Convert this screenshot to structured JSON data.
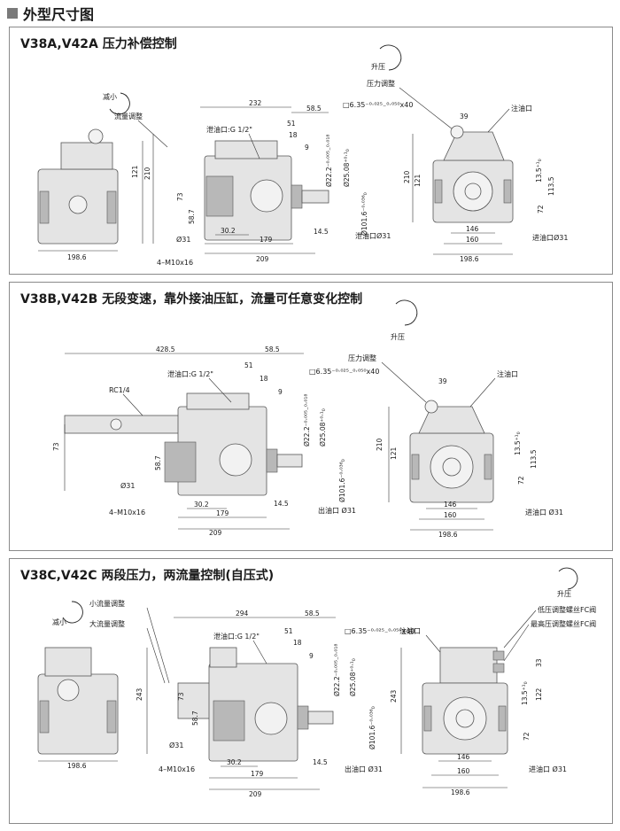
{
  "header": {
    "title": "外型尺寸图"
  },
  "panels": [
    {
      "title": "V38A,V42A 压力补偿控制",
      "labels": {
        "decrease": "减小",
        "increase": "升压",
        "flow_adjust": "流量调整",
        "pressure_adjust": "压力调整",
        "drain": "泄油口:G 1/2\"",
        "key": "□6.35⁻⁰·⁰²⁵₋⁰·⁰⁵⁰x40",
        "fill": "注油口",
        "drain31": "泄油口Ø31",
        "inlet31": "进油口Ø31",
        "bolts": "4–M10x16",
        "port31": "Ø31"
      },
      "dims": {
        "d232": "232",
        "d58_5": "58.5",
        "d51": "51",
        "d18": "18",
        "d9": "9",
        "d121": "121",
        "d210": "210",
        "d73": "73",
        "d58_7": "58.7",
        "d198_6": "198.6",
        "d30_2": "30.2",
        "d14_5": "14.5",
        "d179": "179",
        "d209": "209",
        "d22_2": "Ø22.2⁻⁰·⁰⁰⁵₋⁰·⁰¹⁸",
        "d25_08": "Ø25.08⁺⁰·¹₀",
        "d101_6": "Ø101.6⁻⁰·⁰³⁶₀",
        "d39": "39",
        "d121r": "121",
        "d210r": "210",
        "d13_5": "13.5⁺¹₀",
        "d113_5": "113.5",
        "d72": "72",
        "d146": "146",
        "d160": "160",
        "d198_6r": "198.6"
      }
    },
    {
      "title": "V38B,V42B 无段变速，靠外接油压缸，流量可任意变化控制",
      "labels": {
        "increase": "升压",
        "pressure_adjust": "压力调整",
        "drain": "泄油口:G 1/2\"",
        "key": "□6.35⁻⁰·⁰²⁵₋⁰·⁰⁵⁰x40",
        "rc": "RC1/4",
        "fill": "注油口",
        "outlet31": "出油口 Ø31",
        "inlet31": "进油口 Ø31",
        "bolts": "4–M10x16",
        "port31": "Ø31"
      },
      "dims": {
        "d428_5": "428.5",
        "d58_5": "58.5",
        "d51": "51",
        "d18": "18",
        "d9": "9",
        "d73": "73",
        "d58_7": "58.7",
        "d30_2": "30.2",
        "d14_5": "14.5",
        "d179": "179",
        "d209": "209",
        "d22_2": "Ø22.2⁻⁰·⁰⁰⁵₋⁰·⁰¹⁸",
        "d25_08": "Ø25.08⁺⁰·¹₀",
        "d101_6": "Ø101.6⁻⁰·⁰³⁶₀",
        "d39": "39",
        "d210": "210",
        "d121": "121",
        "d13_5": "13.5⁺¹₀",
        "d113_5": "113.5",
        "d72": "72",
        "d146": "146",
        "d160": "160",
        "d198_6": "198.6"
      }
    },
    {
      "title": "V38C,V42C 两段压力，两流量控制(自压式)",
      "labels": {
        "decrease": "减小",
        "increase": "升压",
        "small_flow": "小流量调整",
        "large_flow": "大流量调整",
        "drain": "泄油口:G 1/2\"",
        "key": "□6.35⁻⁰·⁰²⁵₋⁰·⁰⁵⁰x40",
        "fill": "注油口",
        "low_valve": "低压调整螺丝FC阀",
        "high_valve": "最高压调整螺丝FC阀",
        "outlet31": "出油口 Ø31",
        "inlet31": "进油口 Ø31",
        "bolts": "4–M10x16",
        "port31": "Ø31"
      },
      "dims": {
        "d294": "294",
        "d58_5": "58.5",
        "d51": "51",
        "d18": "18",
        "d9": "9",
        "d243": "243",
        "d73": "73",
        "d58_7": "58.7",
        "d198_6": "198.6",
        "d30_2": "30.2",
        "d14_5": "14.5",
        "d179": "179",
        "d209": "209",
        "d22_2": "Ø22.2⁻⁰·⁰⁰⁵₋⁰·⁰¹⁸",
        "d25_08": "Ø25.08⁺⁰·¹₀",
        "d101_6": "Ø101.6⁻⁰·⁰³⁶₀",
        "d33": "33",
        "d243r": "243",
        "d122": "122",
        "d13_5": "13.5⁺¹₀",
        "d72": "72",
        "d146": "146",
        "d160": "160",
        "d198_6r": "198.6"
      }
    }
  ]
}
